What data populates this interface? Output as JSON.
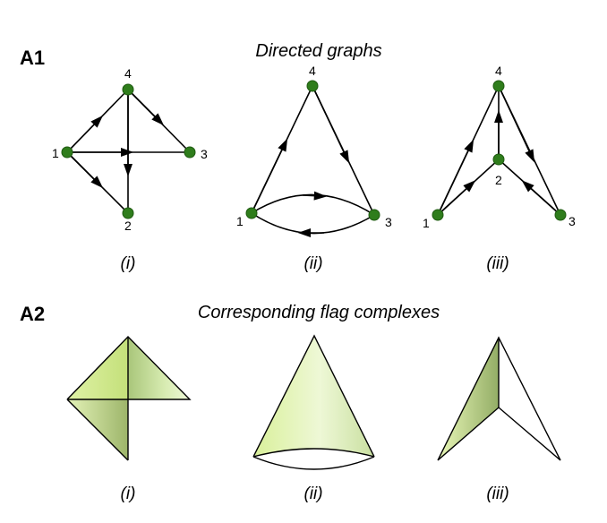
{
  "panel_a1": {
    "label": "A1",
    "title": "Directed graphs",
    "graphs": [
      {
        "caption": "(i)",
        "nodes": [
          "1",
          "2",
          "3",
          "4"
        ]
      },
      {
        "caption": "(ii)",
        "nodes": [
          "1",
          "3",
          "4"
        ]
      },
      {
        "caption": "(iii)",
        "nodes": [
          "1",
          "2",
          "3",
          "4"
        ]
      }
    ]
  },
  "panel_a2": {
    "label": "A2",
    "title": "Corresponding flag complexes",
    "complexes": [
      {
        "caption": "(i)"
      },
      {
        "caption": "(ii)"
      },
      {
        "caption": "(iii)"
      }
    ]
  },
  "colors": {
    "node_fill": "#2f7d1c",
    "simplex_light": "#e6f5b4",
    "simplex_mid": "#c8e68c",
    "simplex_dark": "#9fb86e"
  }
}
